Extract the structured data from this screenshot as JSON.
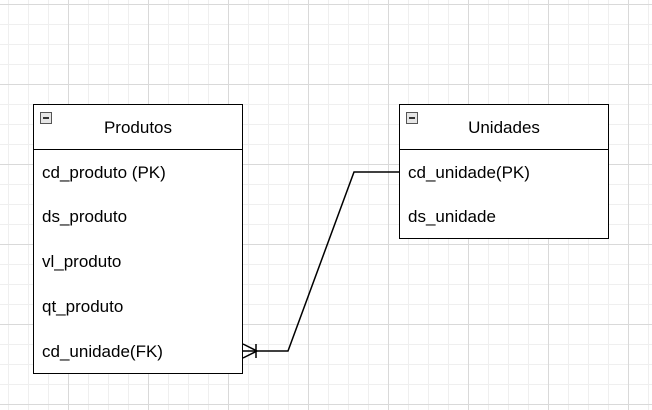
{
  "diagram": {
    "entities": [
      {
        "id": "produtos",
        "title": "Produtos",
        "attributes": [
          "cd_produto (PK)",
          "ds_produto",
          "vl_produto",
          "qt_produto",
          "cd_unidade(FK)"
        ]
      },
      {
        "id": "unidades",
        "title": "Unidades",
        "attributes": [
          "cd_unidade(PK)",
          "ds_unidade"
        ]
      }
    ],
    "relationship": {
      "from": "Produtos.cd_unidade(FK)",
      "to": "Unidades.cd_unidade(PK)",
      "from_end": "many",
      "to_end": "one"
    }
  },
  "colors": {
    "line": "#000000",
    "border": "#000000",
    "background": "#ffffff"
  }
}
